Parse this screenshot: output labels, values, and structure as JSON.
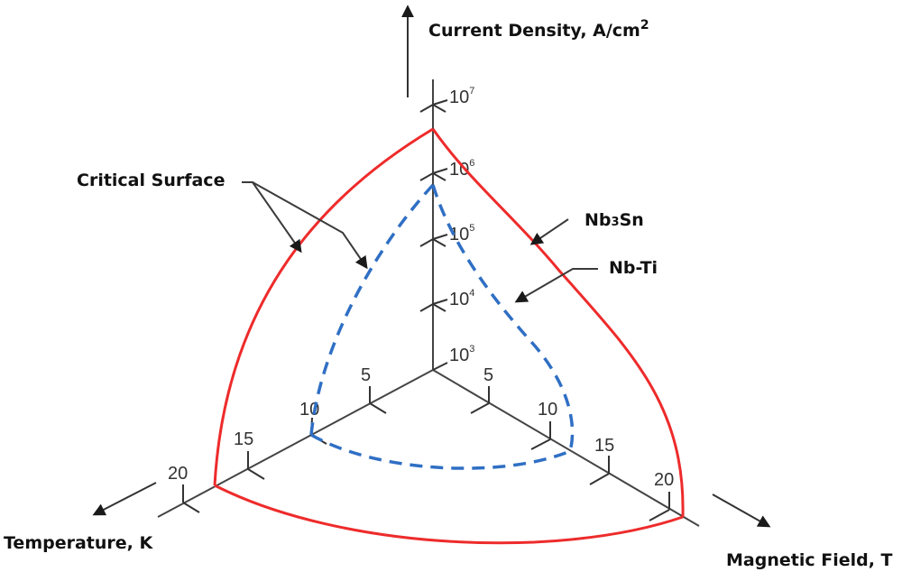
{
  "diagram": {
    "type": "3d critical surface diagram",
    "axes": {
      "current_density": {
        "label": "Current Density, A/cm",
        "label_sup": "2",
        "ticks": [
          {
            "base": "10",
            "exp": "3"
          },
          {
            "base": "10",
            "exp": "4"
          },
          {
            "base": "10",
            "exp": "5"
          },
          {
            "base": "10",
            "exp": "6"
          },
          {
            "base": "10",
            "exp": "7"
          }
        ]
      },
      "temperature": {
        "label": "Temperature, K",
        "ticks": [
          "5",
          "10",
          "15",
          "20"
        ]
      },
      "magnetic_field": {
        "label": "Magnetic Field, T",
        "ticks": [
          "5",
          "10",
          "15",
          "20"
        ]
      }
    },
    "annotations": {
      "critical_surface": "Critical Surface",
      "nb3sn": "Nb3Sn",
      "nb3sn_parts": {
        "a": "Nb",
        "sub": "3",
        "b": "Sn"
      },
      "nbti": "Nb-Ti"
    },
    "series": [
      {
        "name": "Nb3Sn",
        "color": "#ee2b2b",
        "style": "solid",
        "peak_jc_exp": 6.3,
        "tc_K": 18,
        "bc2_T": 22
      },
      {
        "name": "Nb-Ti",
        "color": "#2f6fc4",
        "style": "dashed",
        "peak_jc_exp": 5.8,
        "tc_K": 10,
        "bc2_T": 12
      }
    ],
    "colors": {
      "axis": "#444444",
      "nb3sn": "#ee2b2b",
      "nbti": "#2f6fc4",
      "text": "#111111"
    }
  }
}
